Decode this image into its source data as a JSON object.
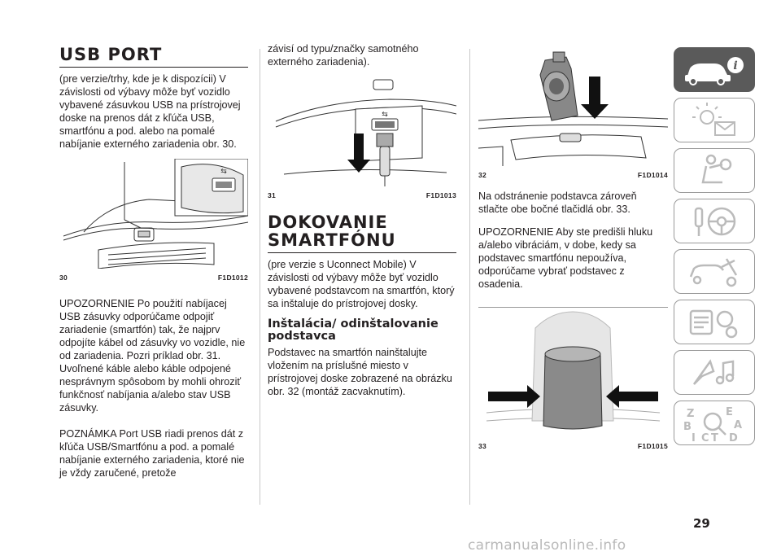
{
  "col1": {
    "title": "USB PORT",
    "para1": "(pre verzie/trhy, kde je k dispozícii) V závislosti od výbavy môže byť vozidlo vybavené zásuvkou USB na prístrojovej doske na prenos dát z kľúča USB, smartfónu a pod. alebo na pomalé nabíjanie externého zariadenia obr. 30.",
    "fig_num": "30",
    "fig_code": "F1D1012",
    "para2": "UPOZORNENIE Po použití nabíjacej USB zásuvky odporúčame odpojiť zariadenie (smartfón) tak, že najprv odpojíte kábel od zásuvky vo vozidle, nie od zariadenia. Pozri príklad obr. 31. Uvoľnené káble alebo káble odpojené nesprávnym spôsobom by mohli ohroziť funkčnosť nabíjania a/alebo stav USB zásuvky.",
    "para3": "POZNÁMKA Port USB riadi prenos dát z kľúča USB/Smartfónu a pod. a pomalé nabíjanie externého zariadenia, ktoré nie je vždy zaručené, pretože"
  },
  "col2": {
    "para1": "závisí od typu/značky samotného externého zariadenia).",
    "fig_num": "31",
    "fig_code": "F1D1013",
    "title": "DOKOVANIE SMARTFÓNU",
    "para2": "(pre verzie s Uconnect Mobile) V závislosti od výbavy môže byť vozidlo vybavené podstavcom na smartfón, ktorý sa inštaluje do prístrojovej dosky.",
    "subtitle": "Inštalácia/ odinštalovanie podstavca",
    "para3": "Podstavec na smartfón nainštalujte vložením na príslušné miesto v prístrojovej doske zobrazené na obrázku obr. 32 (montáž zacvaknutím)."
  },
  "col3": {
    "fig_num": "32",
    "fig_code": "F1D1014",
    "para1": "Na odstránenie podstavca zároveň stlačte obe bočné tlačidlá obr. 33.",
    "para2": "UPOZORNENIE Aby ste predišli hluku a/alebo vibráciám, v dobe, kedy sa podstavec smartfónu nepoužíva, odporúčame vybrať podstavec z osadenia.",
    "fig_num2": "33",
    "fig_code2": "F1D1015"
  },
  "tabs": [
    {
      "icon": "car-info-icon",
      "active": true
    },
    {
      "icon": "warning-lights-icon",
      "active": false
    },
    {
      "icon": "seat-airbag-icon",
      "active": false
    },
    {
      "icon": "key-steering-icon",
      "active": false
    },
    {
      "icon": "car-wrench-icon",
      "active": false
    },
    {
      "icon": "car-gears-icon",
      "active": false
    },
    {
      "icon": "navigation-music-icon",
      "active": false
    },
    {
      "icon": "alphabet-index-icon",
      "active": false
    }
  ],
  "page_number": "29",
  "watermark": "carmanualsonline.info"
}
